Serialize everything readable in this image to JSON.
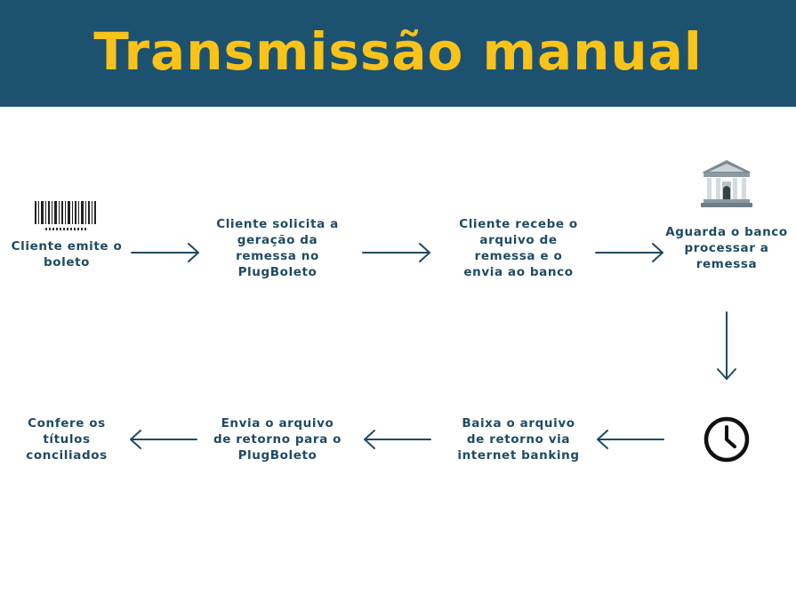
{
  "title": "Transmissão manual",
  "colors": {
    "header_bg": "#1c5270",
    "title": "#f9c31a",
    "text": "#1f4a63",
    "arrow": "#1f4a63"
  },
  "steps": [
    {
      "id": "s1",
      "lines": [
        "Cliente emite o",
        "boleto"
      ],
      "icon": "barcode-icon"
    },
    {
      "id": "s2",
      "lines": [
        "Cliente solicita a",
        "geração da",
        "remessa no",
        "PlugBoleto"
      ]
    },
    {
      "id": "s3",
      "lines": [
        "Cliente recebe o",
        "arquivo  de",
        "remessa e o",
        "envia ao banco"
      ]
    },
    {
      "id": "s4",
      "lines": [
        "Aguarda o banco",
        "processar a",
        "remessa"
      ],
      "icon": "bank-icon"
    },
    {
      "id": "s5",
      "lines": [],
      "icon": "clock-icon"
    },
    {
      "id": "s6",
      "lines": [
        "Baixa o arquivo",
        "de retorno via",
        "internet banking"
      ]
    },
    {
      "id": "s7",
      "lines": [
        "Envia o arquivo",
        "de retorno para o",
        "PlugBoleto"
      ]
    },
    {
      "id": "s8",
      "lines": [
        "Confere os",
        "títulos",
        "conciliados"
      ]
    }
  ]
}
